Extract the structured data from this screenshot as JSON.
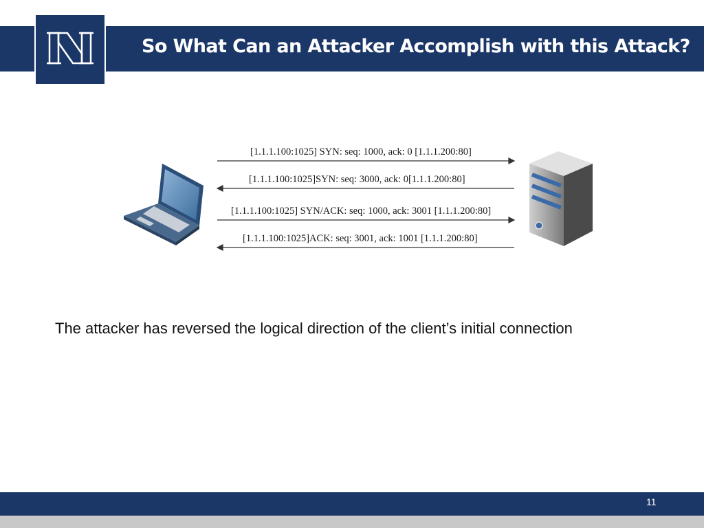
{
  "slide": {
    "title": "So What Can an Attacker Accomplish with this Attack?",
    "logo_icon": "university-n-logo",
    "body_text": "The attacker has reversed the logical direction of the client’s initial connection",
    "page_number": "11"
  },
  "diagram": {
    "left_icon": "laptop-icon",
    "right_icon": "server-tower-icon",
    "messages": [
      {
        "text": "[1.1.1.100:1025] SYN: seq: 1000, ack: 0 [1.1.1.200:80]",
        "direction": "right"
      },
      {
        "text": "[1.1.1.100:1025]SYN: seq: 3000, ack: 0[1.1.1.200:80]",
        "direction": "left"
      },
      {
        "text": "[1.1.1.100:1025] SYN/ACK: seq: 1000, ack: 3001 [1.1.1.200:80]",
        "direction": "right"
      },
      {
        "text": "[1.1.1.100:1025]ACK: seq: 3001, ack: 1001 [1.1.1.200:80]",
        "direction": "left"
      }
    ]
  },
  "colors": {
    "brand_navy": "#1b3768",
    "footer_gray": "#c8c8c8"
  }
}
